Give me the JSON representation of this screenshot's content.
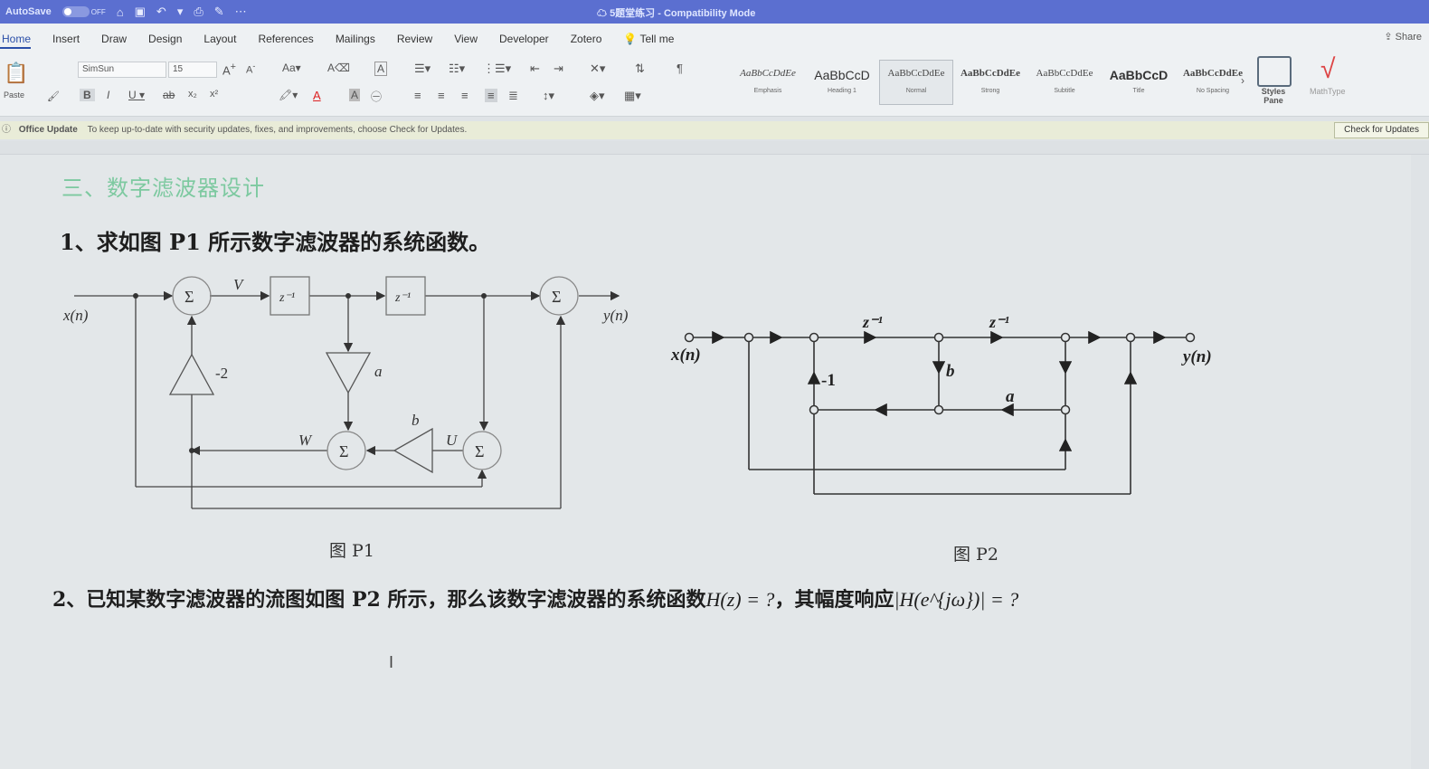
{
  "titlebar": {
    "autosave_label": "AutoSave",
    "autosave_state": "OFF",
    "doc_title": "5题堂练习 - Compatibility Mode"
  },
  "tabs": [
    "Home",
    "Insert",
    "Draw",
    "Design",
    "Layout",
    "References",
    "Mailings",
    "Review",
    "View",
    "Developer",
    "Zotero"
  ],
  "tell_me": "Tell me",
  "share_label": "Share",
  "ribbon": {
    "paste_label": "Paste",
    "font_name": "SimSun",
    "font_size": "15",
    "styles": [
      {
        "preview": "AaBbCcDdEe",
        "name": "Emphasis"
      },
      {
        "preview": "AaBbCcD",
        "name": "Heading 1"
      },
      {
        "preview": "AaBbCcDdEe",
        "name": "Normal"
      },
      {
        "preview": "AaBbCcDdEe",
        "name": "Strong"
      },
      {
        "preview": "AaBbCcDdEe",
        "name": "Subtitle"
      },
      {
        "preview": "AaBbCcD",
        "name": "Title"
      },
      {
        "preview": "AaBbCcDdEe",
        "name": "No Spacing"
      }
    ],
    "styles_pane_label": "Styles Pane",
    "mathtype_label": "MathType"
  },
  "update_bar": {
    "title": "Office Update",
    "message": "To keep up-to-date with security updates, fixes, and improvements, choose Check for Updates.",
    "button": "Check for Updates"
  },
  "document": {
    "heading": "三、数字滤波器设计",
    "q1": "1、求如图 P1 所示数字滤波器的系统函数。",
    "q2_text": "2、已知某数字滤波器的流图如图 P2 所示，那么该数字滤波器的系统函数",
    "q2_h": "H(z) = ?",
    "q2_mid": "，其幅度响应",
    "q2_mag": "|H(e^{jω})| = ?",
    "caption_p1": "图 P1",
    "caption_p2": "图 P2"
  },
  "diagram_p1": {
    "input": "x(n)",
    "output": "y(n)",
    "sum": "Σ",
    "delay": "z⁻¹",
    "labels": {
      "v": "V",
      "w": "W",
      "u": "U",
      "gain_neg2": "-2",
      "a": "a",
      "b": "b"
    }
  },
  "diagram_p2": {
    "input": "x(n)",
    "output": "y(n)",
    "delay": "z⁻¹",
    "labels": {
      "neg1": "-1",
      "a": "a",
      "b": "b"
    }
  }
}
